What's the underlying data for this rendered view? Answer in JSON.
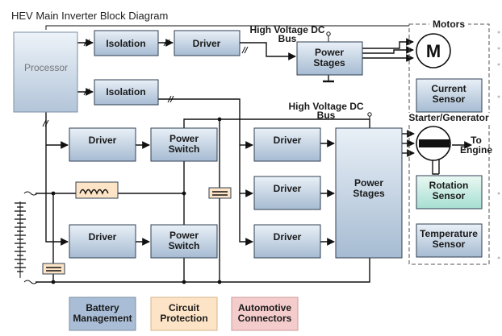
{
  "title": "HEV Main Inverter Block Diagram",
  "processor": "Processor",
  "isolation_top": "Isolation",
  "isolation_mid": "Isolation",
  "driver_top": "Driver",
  "power_stages_top": [
    "Power",
    "Stages"
  ],
  "hv_dc_bus_1": [
    "High Voltage DC",
    "Bus"
  ],
  "hv_dc_bus_2": [
    "High Voltage DC",
    "Bus"
  ],
  "motors_group": "Motors",
  "motor_symbol": "M",
  "current_sensor": [
    "Current",
    "Sensor"
  ],
  "starter_generator": "Starter/Generator",
  "to_engine": [
    "To",
    "Engine"
  ],
  "rotation_sensor": [
    "Rotation",
    "Sensor"
  ],
  "temperature_sensor": [
    "Temperature",
    "Sensor"
  ],
  "left_driver_top": "Driver",
  "left_driver_bottom": "Driver",
  "power_switch_top": [
    "Power",
    "Switch"
  ],
  "power_switch_bottom": [
    "Power",
    "Switch"
  ],
  "right_drivers": [
    "Driver",
    "Driver",
    "Driver"
  ],
  "power_stages_main": [
    "Power",
    "Stages"
  ],
  "legend": {
    "battery": [
      "Battery",
      "Management"
    ],
    "circuit": [
      "Circuit",
      "Protection"
    ],
    "automotive": [
      "Automotive",
      "Connectors"
    ]
  },
  "colors": {
    "block_top": "#e7eef6",
    "block_bottom": "#a8bcd2",
    "block_border": "#2f3f52",
    "rotation_top": "#e8f7f2",
    "rotation_bottom": "#a9e0d3",
    "battery_fill": "#a9bdd6",
    "circuit_fill": "#fde4c6",
    "automotive_fill": "#f4cccc",
    "inductor_fill": "#fde4c6"
  }
}
